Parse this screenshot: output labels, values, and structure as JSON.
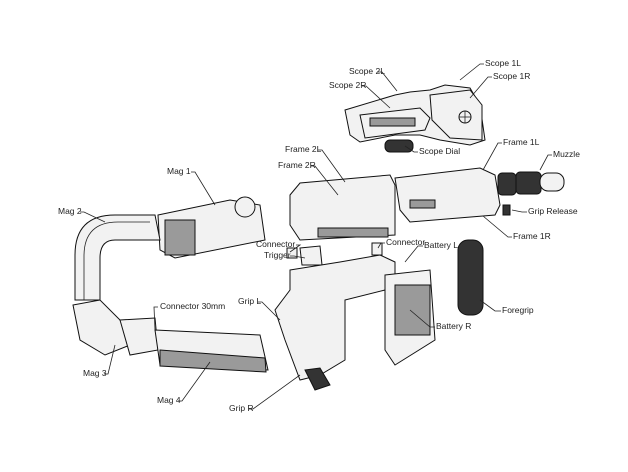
{
  "labels": {
    "scope_2l": "Scope 2L",
    "scope_1l": "Scope 1L",
    "scope_2r": "Scope 2R",
    "scope_1r": "Scope 1R",
    "scope_dial": "Scope Dial",
    "frame_1l": "Frame 1L",
    "muzzle": "Muzzle",
    "frame_2l": "Frame 2L",
    "frame_2r": "Frame 2R",
    "grip_release": "Grip Release",
    "frame_1r": "Frame 1R",
    "mag_1": "Mag 1",
    "mag_2": "Mag 2",
    "connector_left": "Connector",
    "connector_right": "Connector",
    "battery_l": "Battery L",
    "trigger": "Trigger",
    "grip_l": "Grip L",
    "foregrip": "Foregrip",
    "battery_r": "Battery R",
    "connector_30mm": "Connector 30mm",
    "mag_3": "Mag 3",
    "mag_4": "Mag 4",
    "grip_r": "Grip R"
  }
}
